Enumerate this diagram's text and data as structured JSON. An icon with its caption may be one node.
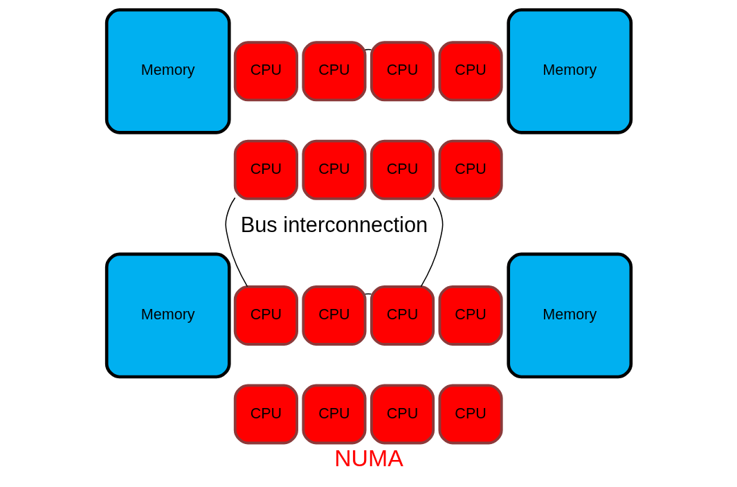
{
  "diagram": {
    "caption": "NUMA",
    "nodes": [
      {
        "text": [
          "Memory"
        ]
      },
      {
        "text": [
          "CPU"
        ]
      },
      {
        "text": [
          "CPU"
        ]
      },
      {
        "text": [
          "CPU"
        ]
      },
      {
        "text": [
          "CPU"
        ]
      },
      {
        "text": [
          "CPU"
        ]
      },
      {
        "text": [
          "CPU"
        ]
      },
      {
        "text": [
          "CPU"
        ]
      },
      {
        "text": [
          "CPU"
        ]
      },
      {
        "text": [
          "Memory"
        ]
      },
      {
        "text": [
          "Memory"
        ]
      },
      {
        "text": [
          "CPU"
        ]
      },
      {
        "text": [
          "CPU"
        ]
      },
      {
        "text": [
          "CPU"
        ]
      },
      {
        "text": [
          "CPU"
        ]
      },
      {
        "text": [
          "CPU"
        ]
      },
      {
        "text": [
          "CPU"
        ]
      },
      {
        "text": [
          "CPU"
        ]
      },
      {
        "text": [
          "CPU"
        ]
      },
      {
        "text": [
          "Memory"
        ]
      }
    ],
    "edges": [
      {
        "from": 2,
        "to": 5,
        "arrow": "none"
      },
      {
        "from": 3,
        "to": 11,
        "arrow": "none"
      },
      {
        "from": 7,
        "to": 15,
        "arrow": "none"
      },
      {
        "from": 12,
        "to": 15,
        "arrow": "none"
      }
    ],
    "labels": [
      "Bus interconnection"
    ]
  }
}
